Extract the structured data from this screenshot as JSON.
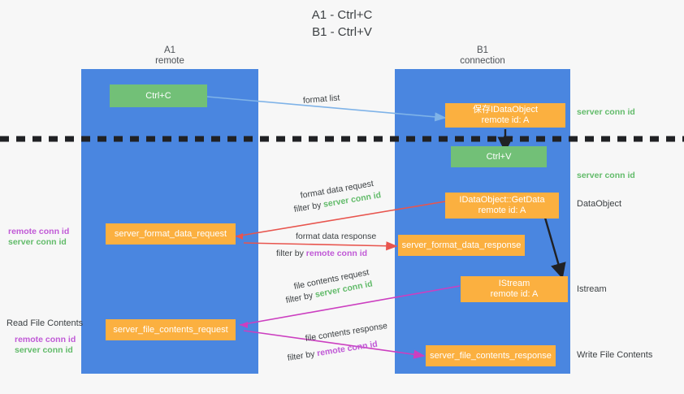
{
  "title": {
    "line1": "A1 - Ctrl+C",
    "line2": "B1 - Ctrl+V"
  },
  "lanes": [
    {
      "name": "A1",
      "sub": "remote"
    },
    {
      "name": "B1",
      "sub": "connection"
    }
  ],
  "nodes": {
    "ctrl_c": "Ctrl+C",
    "ctrl_v": "Ctrl+V",
    "save_idataobject": {
      "line1": "保存IDataObject",
      "line2": "remote id: A"
    },
    "getdata": {
      "line1": "IDataObject::GetData",
      "line2": "remote id: A"
    },
    "istream": {
      "line1": "IStream",
      "line2": "remote id: A"
    },
    "server_format_data_request": "server_format_data_request",
    "server_format_data_response": "server_format_data_response",
    "server_file_contents_request": "server_file_contents_request",
    "server_file_contents_response": "server_file_contents_response"
  },
  "edges": {
    "format_list": "format list",
    "format_data_request": "format data request",
    "format_data_response": "format data response",
    "file_contents_request": "file contents request",
    "file_contents_response": "file contents response",
    "filter_by": "filter by",
    "server_conn_id": "server conn id",
    "remote_conn_id": "remote conn id"
  },
  "right_labels": {
    "server_conn_id_top": "server conn id",
    "server_conn_id_mid": "server conn id",
    "dataobject": "DataObject",
    "istream": "Istream",
    "write_file_contents": "Write File Contents"
  },
  "left_labels": {
    "remote_conn_id_1": "remote conn id",
    "server_conn_id_1": "server conn id",
    "read_file_contents": "Read File Contents",
    "remote_conn_id_2": "remote conn id",
    "server_conn_id_2": "server conn id"
  },
  "colors": {
    "lane": "#4a86e0",
    "green_node": "#72c077",
    "orange_node": "#fbb040",
    "green_text": "#62bb6a",
    "purple_text": "#c059d6",
    "red_arrow": "#e8554e",
    "magenta_arrow": "#cc3fc0",
    "blue_arrow": "#7fb3e8",
    "divider": "#202124"
  }
}
